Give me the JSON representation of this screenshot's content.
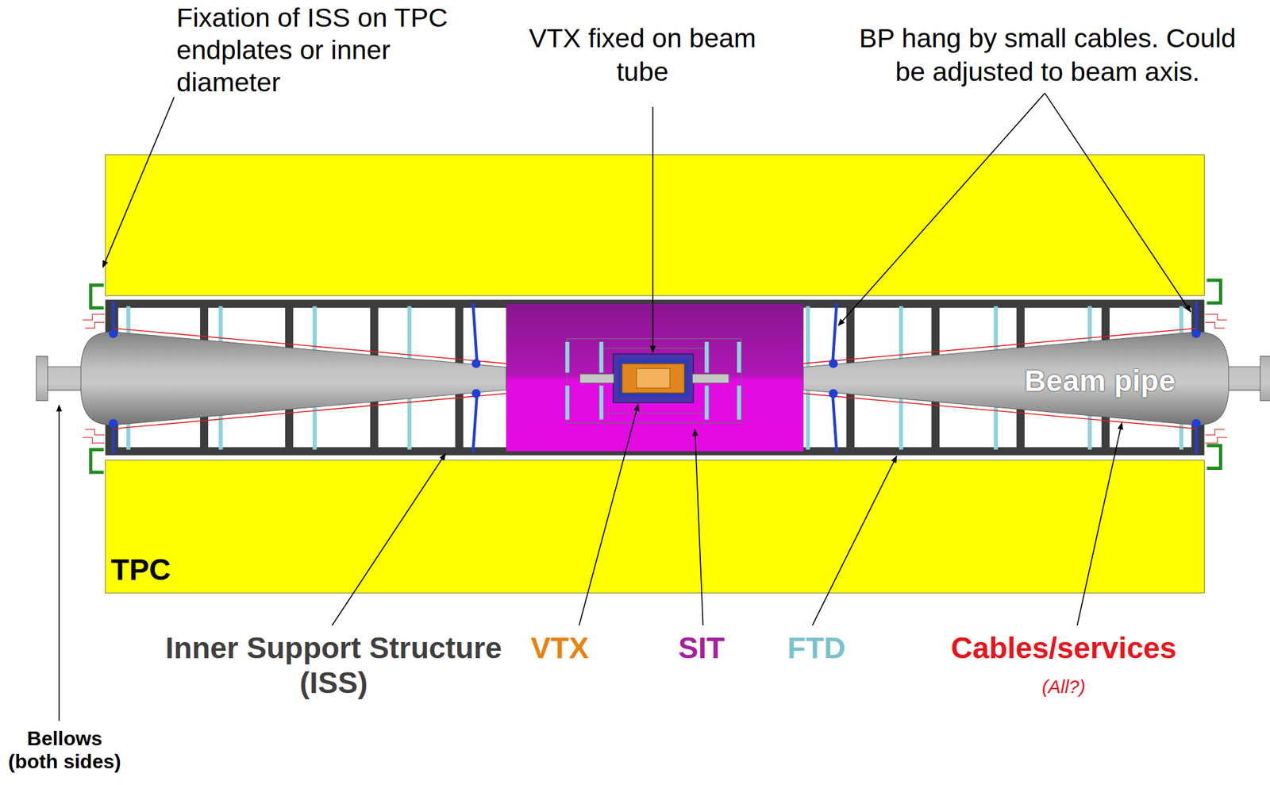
{
  "diagram": {
    "nodes": [
      {
        "text": [
          "TPC"
        ]
      },
      {
        "text": [
          "Beam pipe"
        ]
      }
    ],
    "labels": [
      "Fixation of ISS on TPC endplates or inner diameter",
      "VTX fixed on beam tube",
      "BP hang by small cables. Could be adjusted to beam axis.",
      "Inner Support Structure (ISS)",
      "VTX",
      "SIT",
      "FTD",
      "Cables/services",
      "(All?)",
      "Bellows (both sides)"
    ]
  }
}
